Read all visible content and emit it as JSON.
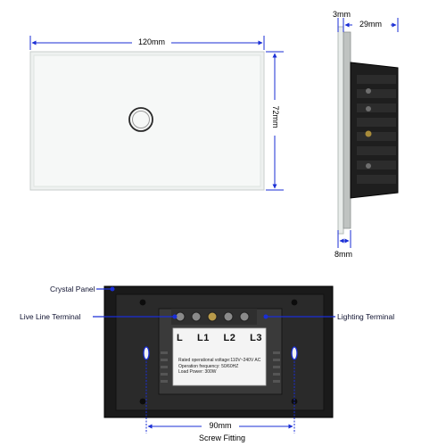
{
  "front_view": {
    "width_label": "120mm",
    "height_label": "72mm"
  },
  "side_view": {
    "depth_top_label": "3mm",
    "depth_back_label": "29mm",
    "depth_bottom_label": "8mm"
  },
  "back_view": {
    "callouts": {
      "crystal_panel": "Crystal Panel",
      "live_line_terminal": "Live Line Terminal",
      "lighting_terminal": "Lighting Terminal",
      "screw_spacing": "90mm",
      "screw_fitting": "Screw Fitting"
    },
    "terminal_letters": [
      "L",
      "L1",
      "L2",
      "L3"
    ],
    "sticker_lines": [
      "Rated operational voltage:110V~240V AC",
      "Operation frequency: 50/60HZ",
      "Load Power: 300W"
    ]
  },
  "colors": {
    "panel_white": "#f2f4f3",
    "dimension_blue": "#1a2ed6",
    "body_black": "#1c1c1c"
  }
}
